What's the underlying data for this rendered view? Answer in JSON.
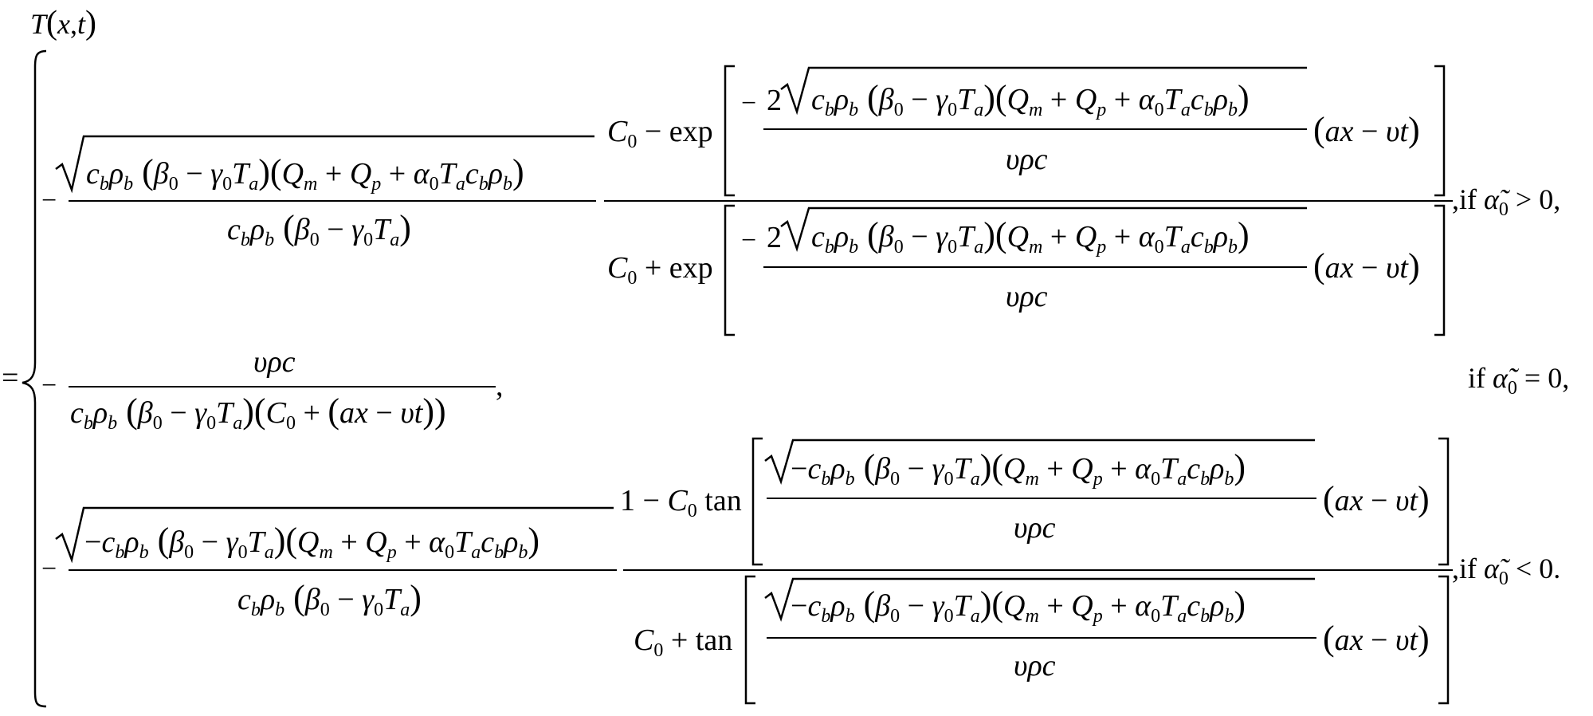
{
  "equation": {
    "lhs": "T(x,t)",
    "equals": "=",
    "common": {
      "root_pos": "c_b ρ_b (β_0 − γ_0 T_a)(Q_m + Q_p + α_0 T_a c_b ρ_b)",
      "root_neg": "−c_b ρ_b (β_0 − γ_0 T_a)(Q_m + Q_p + α_0 T_a c_b ρ_b)",
      "denominator_small": "c_b ρ_b (β_0 − γ_0 T_a)",
      "speed_term": "υρc",
      "phase": "(ax − υt)",
      "C0": "C_0"
    },
    "cases": [
      {
        "id": "positive",
        "condition": ",if α̃_0 > 0,",
        "function": "exp",
        "numerator_prefix": "C_0 − exp",
        "denominator_prefix": "C_0 + exp",
        "inner_coefficient": "−2"
      },
      {
        "id": "zero",
        "condition": "if α̃_0 = 0,",
        "numerator": "υρc",
        "denominator": "c_b ρ_b (β_0 − γ_0 T_a)(C_0 + (ax − υt))"
      },
      {
        "id": "negative",
        "condition": ",if α̃_0 < 0.",
        "function": "tan",
        "numerator_prefix": "1 − C_0 tan",
        "denominator_prefix": "C_0 + tan"
      }
    ]
  }
}
